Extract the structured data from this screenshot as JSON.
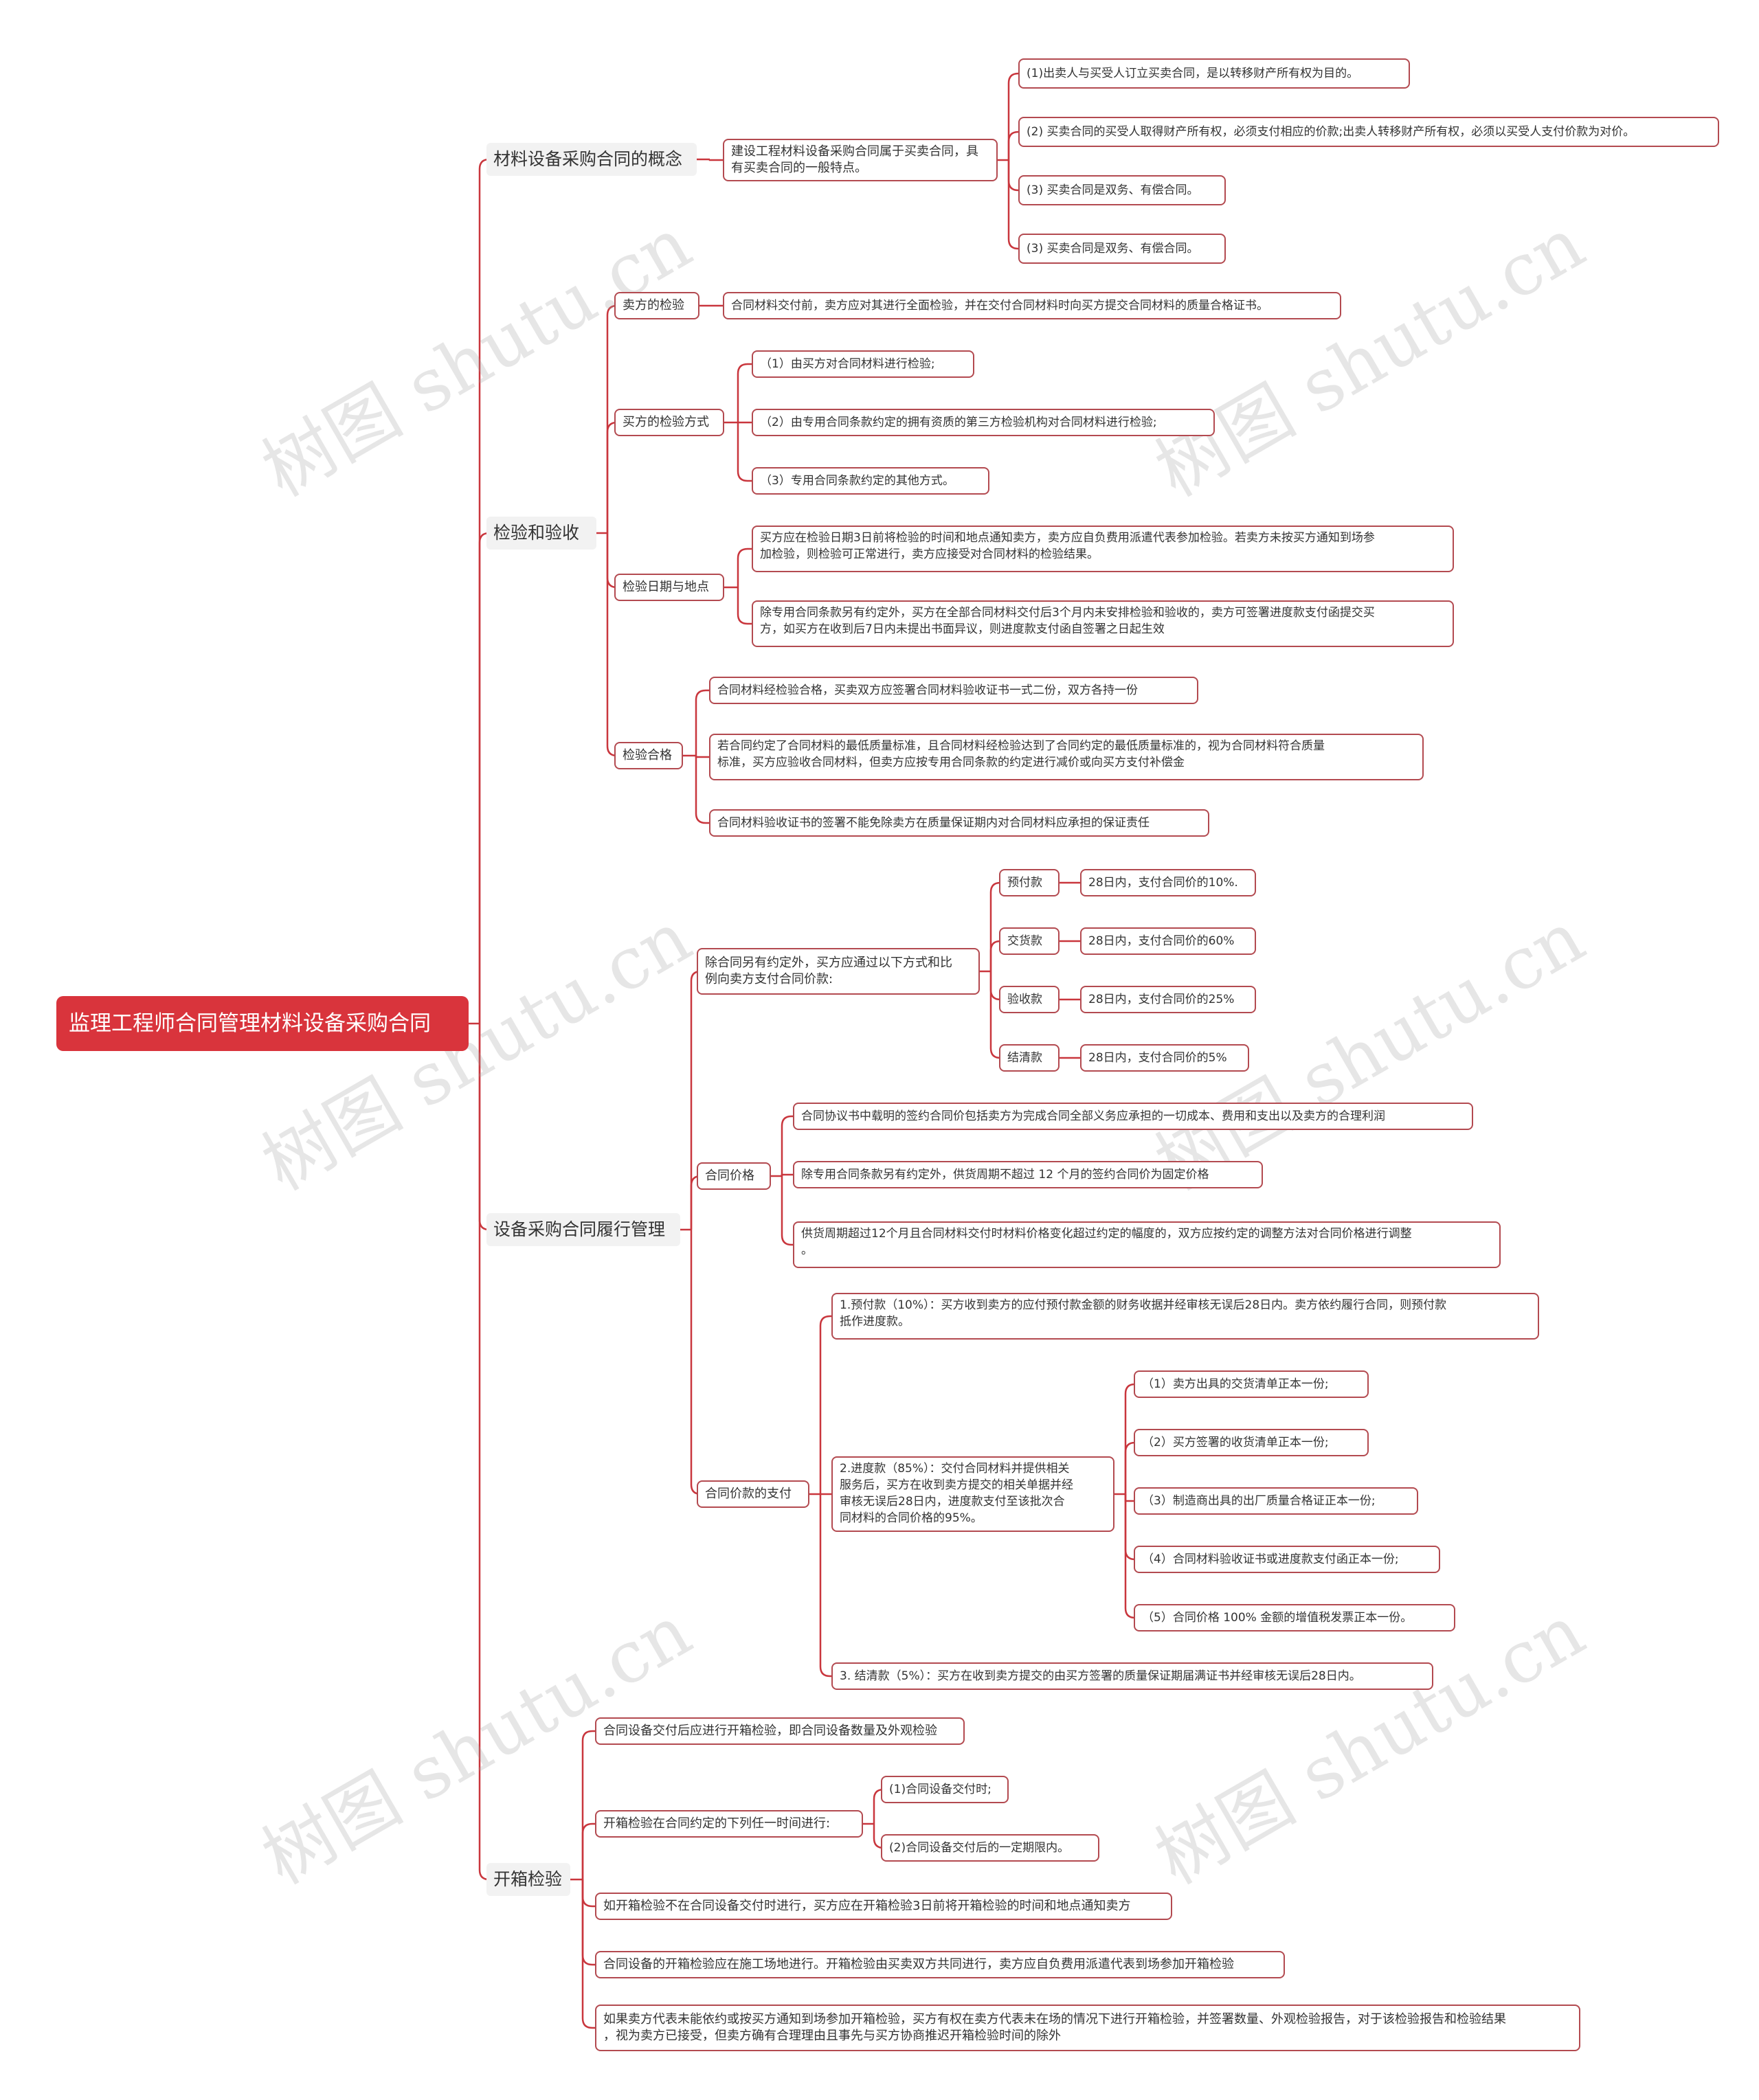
{
  "root": "监理工程师合同管理材料设备采购合同",
  "watermark": "树图 shutu.cn",
  "branches": [
    {
      "label": "材料设备采购合同的概念",
      "children": [
        {
          "label": "建设工程材料设备采购合同属于买卖合同，具\n有买卖合同的一般特点。",
          "children": [
            {
              "label": "(1)出卖人与买受人订立买卖合同，是以转移财产所有权为目的。"
            },
            {
              "label": "(2) 买卖合同的买受人取得财产所有权，必须支付相应的价款;出卖人转移财产所有权，必须以买受人支付价款为对价。"
            },
            {
              "label": "(3) 买卖合同是双务、有偿合同。"
            },
            {
              "label": "(3) 买卖合同是双务、有偿合同。"
            }
          ]
        }
      ]
    },
    {
      "label": "检验和验收",
      "children": [
        {
          "label": "卖方的检验",
          "children": [
            {
              "label": "合同材料交付前，卖方应对其进行全面检验，并在交付合同材料时向买方提交合同材料的质量合格证书。"
            }
          ]
        },
        {
          "label": "买方的检验方式",
          "children": [
            {
              "label": "（1）由买方对合同材料进行检验;"
            },
            {
              "label": "（2）由专用合同条款约定的拥有资质的第三方检验机构对合同材料进行检验;"
            },
            {
              "label": "（3）专用合同条款约定的其他方式。"
            }
          ]
        },
        {
          "label": "检验日期与地点",
          "children": [
            {
              "label": "买方应在检验日期3日前将检验的时间和地点通知卖方，卖方应自负费用派遣代表参加检验。若卖方未按买方通知到场参\n加检验，则检验可正常进行，卖方应接受对合同材料的检验结果。"
            },
            {
              "label": "除专用合同条款另有约定外，买方在全部合同材料交付后3个月内未安排检验和验收的，卖方可签署进度款支付函提交买\n方，如买方在收到后7日内未提出书面异议，则进度款支付函自签署之日起生效"
            }
          ]
        },
        {
          "label": "检验合格",
          "children": [
            {
              "label": "合同材料经检验合格，买卖双方应签署合同材料验收证书一式二份，双方各持一份"
            },
            {
              "label": "若合同约定了合同材料的最低质量标准，且合同材料经检验达到了合同约定的最低质量标准的，视为合同材料符合质量\n标准，买方应验收合同材料，但卖方应按专用合同条款的约定进行减价或向买方支付补偿金"
            },
            {
              "label": "合同材料验收证书的签署不能免除卖方在质量保证期内对合同材料应承担的保证责任"
            }
          ]
        }
      ]
    },
    {
      "label": "设备采购合同履行管理",
      "children": [
        {
          "label": "除合同另有约定外，买方应通过以下方式和比\n例向卖方支付合同价款:",
          "children": [
            {
              "label": "预付款",
              "children": [
                {
                  "label": "28日内，支付合同价的10%."
                }
              ]
            },
            {
              "label": "交货款",
              "children": [
                {
                  "label": "28日内，支付合同价的60%"
                }
              ]
            },
            {
              "label": "验收款",
              "children": [
                {
                  "label": "28日内，支付合同价的25%"
                }
              ]
            },
            {
              "label": "结清款",
              "children": [
                {
                  "label": "28日内，支付合同价的5%"
                }
              ]
            }
          ]
        },
        {
          "label": "合同价格",
          "children": [
            {
              "label": "合同协议书中载明的签约合同价包括卖方为完成合同全部义务应承担的一切成本、费用和支出以及卖方的合理利润"
            },
            {
              "label": "除专用合同条款另有约定外，供货周期不超过 12 个月的签约合同价为固定价格"
            },
            {
              "label": "供货周期超过12个月且合同材料交付时材料价格变化超过约定的幅度的，双方应按约定的调整方法对合同价格进行调整\n。"
            }
          ]
        },
        {
          "label": "合同价款的支付",
          "children": [
            {
              "label": "1.预付款（10%）：买方收到卖方的应付预付款金额的财务收据并经审核无误后28日内。卖方依约履行合同，则预付款\n抵作进度款。"
            },
            {
              "label": "2.进度款（85%）：交付合同材料并提供相关\n服务后，买方在收到卖方提交的相关单据并经\n审核无误后28日内，进度款支付至该批次合\n同材料的合同价格的95%。",
              "children": [
                {
                  "label": "（1）卖方出具的交货清单正本一份;"
                },
                {
                  "label": "（2）买方签署的收货清单正本一份;"
                },
                {
                  "label": "（3）制造商出具的出厂质量合格证正本一份;"
                },
                {
                  "label": "（4）合同材料验收证书或进度款支付函正本一份;"
                },
                {
                  "label": "（5）合同价格 100% 金额的增值税发票正本一份。"
                }
              ]
            },
            {
              "label": "3. 结清款（5%）：买方在收到卖方提交的由买方签署的质量保证期届满证书并经审核无误后28日内。"
            }
          ]
        }
      ]
    },
    {
      "label": "开箱检验",
      "children": [
        {
          "label": "合同设备交付后应进行开箱检验，即合同设备数量及外观检验"
        },
        {
          "label": "开箱检验在合同约定的下列任一时间进行:",
          "children": [
            {
              "label": "(1)合同设备交付时;"
            },
            {
              "label": "(2)合同设备交付后的一定期限内。"
            }
          ]
        },
        {
          "label": "如开箱检验不在合同设备交付时进行，买方应在开箱检验3日前将开箱检验的时间和地点通知卖方"
        },
        {
          "label": "合同设备的开箱检验应在施工场地进行。开箱检验由买卖双方共同进行，卖方应自负费用派遣代表到场参加开箱检验"
        },
        {
          "label": "如果卖方代表未能依约或按买方通知到场参加开箱检验，买方有权在卖方代表未在场的情况下进行开箱检验，并签署数量、外观检验报告，对于该检验报告和检验结果\n，视为卖方已接受，但卖方确有合理理由且事先与买方协商推迟开箱检验时间的除外"
        }
      ]
    }
  ]
}
